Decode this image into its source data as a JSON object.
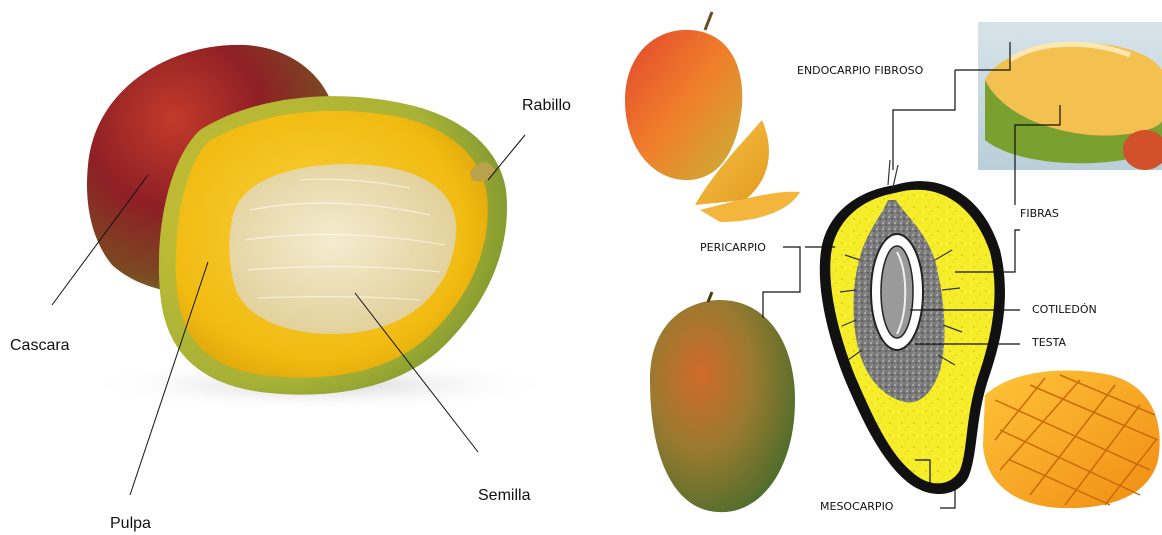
{
  "left_diagram": {
    "labels": {
      "rabillo": "Rabillo",
      "cascara": "Cascara",
      "pulpa": "Pulpa",
      "semilla": "Semilla"
    }
  },
  "right_diagram": {
    "labels": {
      "endocarpio": "ENDOCARPIO FIBROSO",
      "fibras": "FIBRAS",
      "pericarpio": "PERICARPIO",
      "cotiledon": "COTILEDÓN",
      "testa": "TESTA",
      "mesocarpio": "MESOCARPIO"
    }
  },
  "colors": {
    "mango_red": "#a8202a",
    "mango_green": "#8a9a2a",
    "flesh_yellow": "#f3c21a",
    "seed_cream": "#efe3b8",
    "diagram_yellow": "#f6ee2a",
    "seed_gray": "#6e6e6e"
  }
}
